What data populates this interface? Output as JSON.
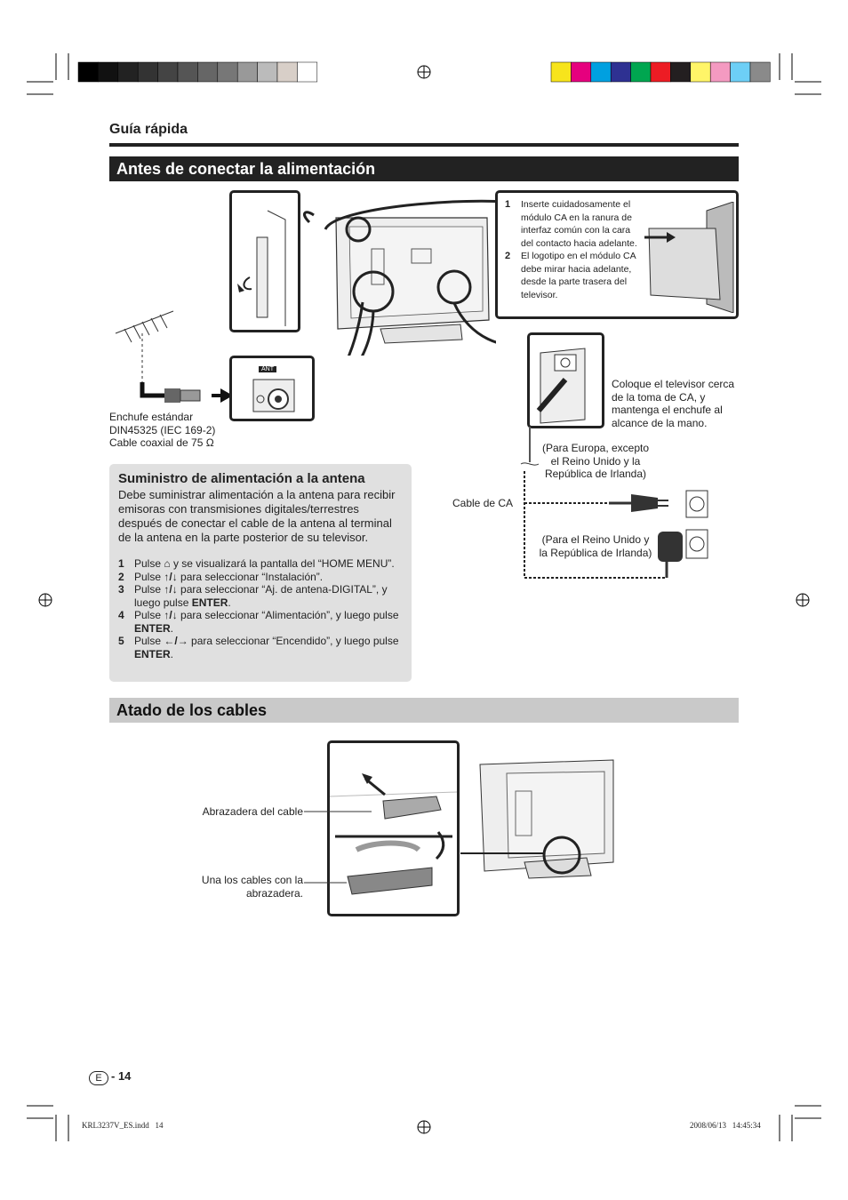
{
  "header": {
    "kicker": "Guía rápida"
  },
  "section1": {
    "title": "Antes de conectar la alimentación",
    "ca_steps": [
      {
        "num": "1",
        "text": "Inserte cuidadosamente el módulo CA en la ranura de interfaz común con la cara del contacto hacia adelante."
      },
      {
        "num": "2",
        "text": "El logotipo en el módulo CA debe mirar hacia adelante, desde la parte trasera del televisor."
      }
    ],
    "ant_label": "ANT",
    "plug_label": "Enchufe estándar DIN45325 (IEC 169-2) Cable coaxial de 75 Ω",
    "power_note": "Coloque el televisor cerca de la toma de CA, y mantenga el enchufe al alcance de la mano.",
    "europe_note": "(Para Europa, excepto el Reino Unido y la República de Irlanda)",
    "uk_note": "(Para el Reino Unido y la República de Irlanda)",
    "ac_cable": "Cable de CA"
  },
  "panel": {
    "title": "Suministro de alimentación a la antena",
    "body": "Debe suministrar alimentación a la antena para recibir emisoras con transmisiones digitales/terrestres después de conectar el cable de la antena al terminal de la antena en la parte posterior de su televisor.",
    "steps": [
      {
        "num": "1",
        "a": "Pulse",
        "b": " y se visualizará la pantalla del “HOME MENU”.",
        "c": "",
        "icon": "home-icon"
      },
      {
        "num": "2",
        "a": "Pulse",
        "b": " para seleccionar “Instalación”.",
        "c": "",
        "icon": "up-down-icon"
      },
      {
        "num": "3",
        "a": "Pulse",
        "b": " para seleccionar “Aj. de antena-DIGITAL”, y luego pulse ",
        "c": "ENTER",
        "icon": "up-down-icon"
      },
      {
        "num": "4",
        "a": "Pulse",
        "b": " para seleccionar “Alimentación”, y luego pulse ",
        "c": "ENTER",
        "icon": "up-down-icon"
      },
      {
        "num": "5",
        "a": "Pulse",
        "b": " para seleccionar “Encendido”, y luego pulse ",
        "c": "ENTER",
        "icon": "left-right-icon"
      }
    ]
  },
  "section2": {
    "title": "Atado de los cables",
    "clamp_label": "Abrazadera del cable",
    "join_label": "Una los cables con la abrazadera."
  },
  "footer": {
    "lang": "E",
    "page": "14",
    "file": "KRL3237V_ES.indd   14",
    "date": "2008/06/13   14:45:34"
  },
  "colors": {
    "gray_bar": [
      "#000000",
      "#111111",
      "#222222",
      "#333333",
      "#444444",
      "#555555",
      "#666666",
      "#777777",
      "#999999",
      "#bbbbbb",
      "#d8cfc8",
      "#ffffff"
    ],
    "color_bar": [
      "#f7e41c",
      "#e6007e",
      "#00a0e0",
      "#2e3192",
      "#00a650",
      "#ed1c24",
      "#231f20",
      "#fff568",
      "#f49ac1",
      "#6dcff6",
      "#8a8a8a"
    ]
  }
}
